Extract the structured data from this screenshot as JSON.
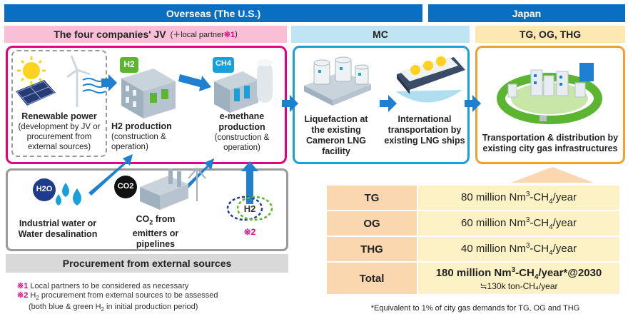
{
  "headers": {
    "overseas": "Overseas (The U.S.)",
    "japan": "Japan"
  },
  "subheaders": {
    "jv": "The four companies' JV",
    "jv_partner": "(＋local partner",
    "jv_partner_mark": "※1",
    "jv_partner_close": ")",
    "mc": "MC",
    "tg": "TG, OG, THG"
  },
  "steps": {
    "renewable": {
      "title": "Renewable power",
      "detail": "(development by JV or procurement from external sources)"
    },
    "h2": {
      "icon": "H2",
      "title": "H2 production",
      "detail": "(construction & operation)"
    },
    "emethane": {
      "icon": "CH4",
      "title": "e-methane production",
      "detail": "(construction & operation)"
    },
    "liquefaction": {
      "title": "Liquefaction at the existing Cameron LNG facility"
    },
    "transport": {
      "title": "International transportation by existing LNG ships"
    },
    "distribution": {
      "title": "Transportation & distribution by existing city gas infrastructures"
    }
  },
  "external": {
    "water": {
      "icon": "H2O",
      "title": "Industrial water or Water desalination"
    },
    "co2": {
      "icon": "CO2",
      "title_pre": "CO",
      "title_sub": "2",
      "title_post": " from emitters or pipelines"
    },
    "h2": {
      "icon": "H2",
      "mark": "※2"
    },
    "footer": "Procurement from external sources"
  },
  "notes": {
    "n1_mark": "※1",
    "n1": "Local partners to be considered as necessary",
    "n2_mark": "※2",
    "n2_pre": "H",
    "n2_sub": "2",
    "n2_post": " procurement from external sources to be assessed",
    "n3_pre": "(both blue & green H",
    "n3_sub": "2",
    "n3_post": " in initial production period)"
  },
  "table": {
    "rows": [
      {
        "company": "TG",
        "pre": "80 million Nm",
        "sup": "3",
        "mid": "-CH",
        "sub": "4",
        "post": "/year"
      },
      {
        "company": "OG",
        "pre": "60 million Nm",
        "sup": "3",
        "mid": "-CH",
        "sub": "4",
        "post": "/year"
      },
      {
        "company": "THG",
        "pre": "40 million Nm",
        "sup": "3",
        "mid": "-CH",
        "sub": "4",
        "post": "/year"
      }
    ],
    "total": {
      "company": "Total",
      "pre": "180 million Nm",
      "sup": "3",
      "mid": "-CH",
      "sub": "4",
      "post": "/year*@2030",
      "approx": "≒130k ton-CH₄/year"
    },
    "footnote": "*Equivalent to 1% of city gas demands for TG, OG and THG"
  },
  "colors": {
    "header_blue": "#0a6fc0",
    "jv_border": "#e4007f",
    "mc_border": "#1aa0d8",
    "japan_border": "#f0a030",
    "arrow_blue": "#1f7fd0",
    "icon_green": "#5cb531"
  }
}
